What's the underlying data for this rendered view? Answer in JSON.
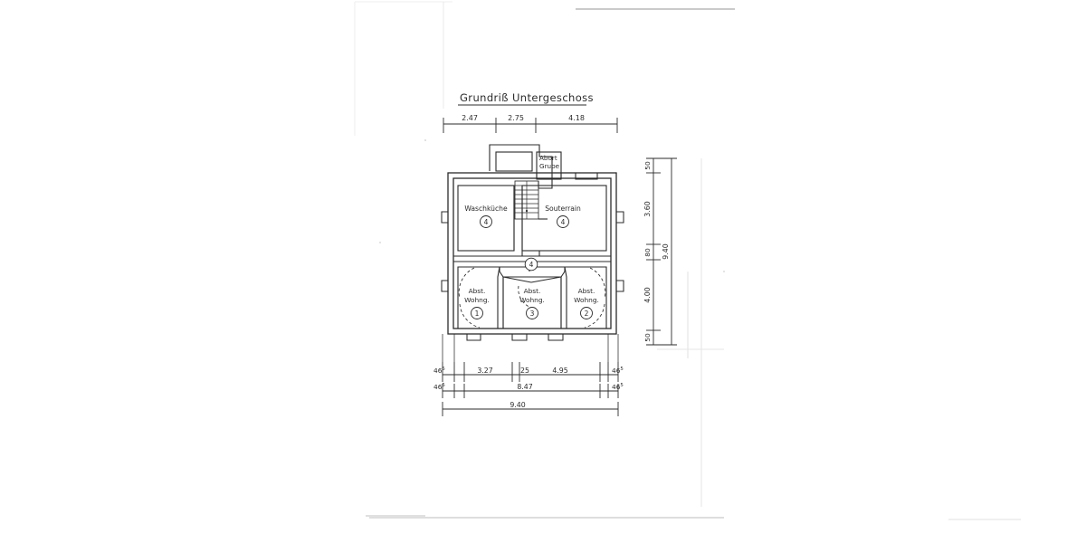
{
  "document": {
    "title": "Grundriß  Untergeschoss",
    "kind": "architectural-floor-plan-scan",
    "paper_color": "#ffffff",
    "ink_color": "#2b2b2b",
    "faint_color": "#d9d9d9"
  },
  "top_dimension_chain": {
    "segments": [
      {
        "label": "2.47"
      },
      {
        "label": "2.75"
      },
      {
        "label": "4.18"
      }
    ]
  },
  "right_dimension_chain": {
    "segments": [
      {
        "label": "50"
      },
      {
        "label": "3.60"
      },
      {
        "label": "80"
      },
      {
        "label": "4.00"
      },
      {
        "label": "50"
      }
    ],
    "overall": "9.40"
  },
  "bottom_dimension_chains": {
    "row1": [
      {
        "label": "46",
        "sup": "5"
      },
      {
        "label": "3.27",
        "sup": ""
      },
      {
        "label": "25",
        "sup": ""
      },
      {
        "label": "4.95",
        "sup": ""
      },
      {
        "label": "46",
        "sup": "5"
      }
    ],
    "row2": [
      {
        "label": "46",
        "sup": "5"
      },
      {
        "label": "8.47",
        "sup": ""
      },
      {
        "label": "46",
        "sup": "5"
      }
    ],
    "row3": [
      {
        "label": "9.40",
        "sup": ""
      }
    ]
  },
  "annex": {
    "label": "Abort\nGrube",
    "line1": "Abort",
    "line2": "Grube"
  },
  "rooms": {
    "upper": [
      {
        "name": "Waschküche",
        "marker": "4"
      },
      {
        "name": "Souterrain",
        "marker": "4"
      }
    ],
    "corridor": {
      "marker": "4"
    },
    "lower": [
      {
        "line1": "Abst.",
        "line2": "Wohng.",
        "marker": "1"
      },
      {
        "line1": "Abst.",
        "line2": "Wohng.",
        "marker": "3"
      },
      {
        "line1": "Abst.",
        "line2": "Wohng.",
        "marker": "2"
      }
    ]
  },
  "stair": {
    "treads": 8
  }
}
